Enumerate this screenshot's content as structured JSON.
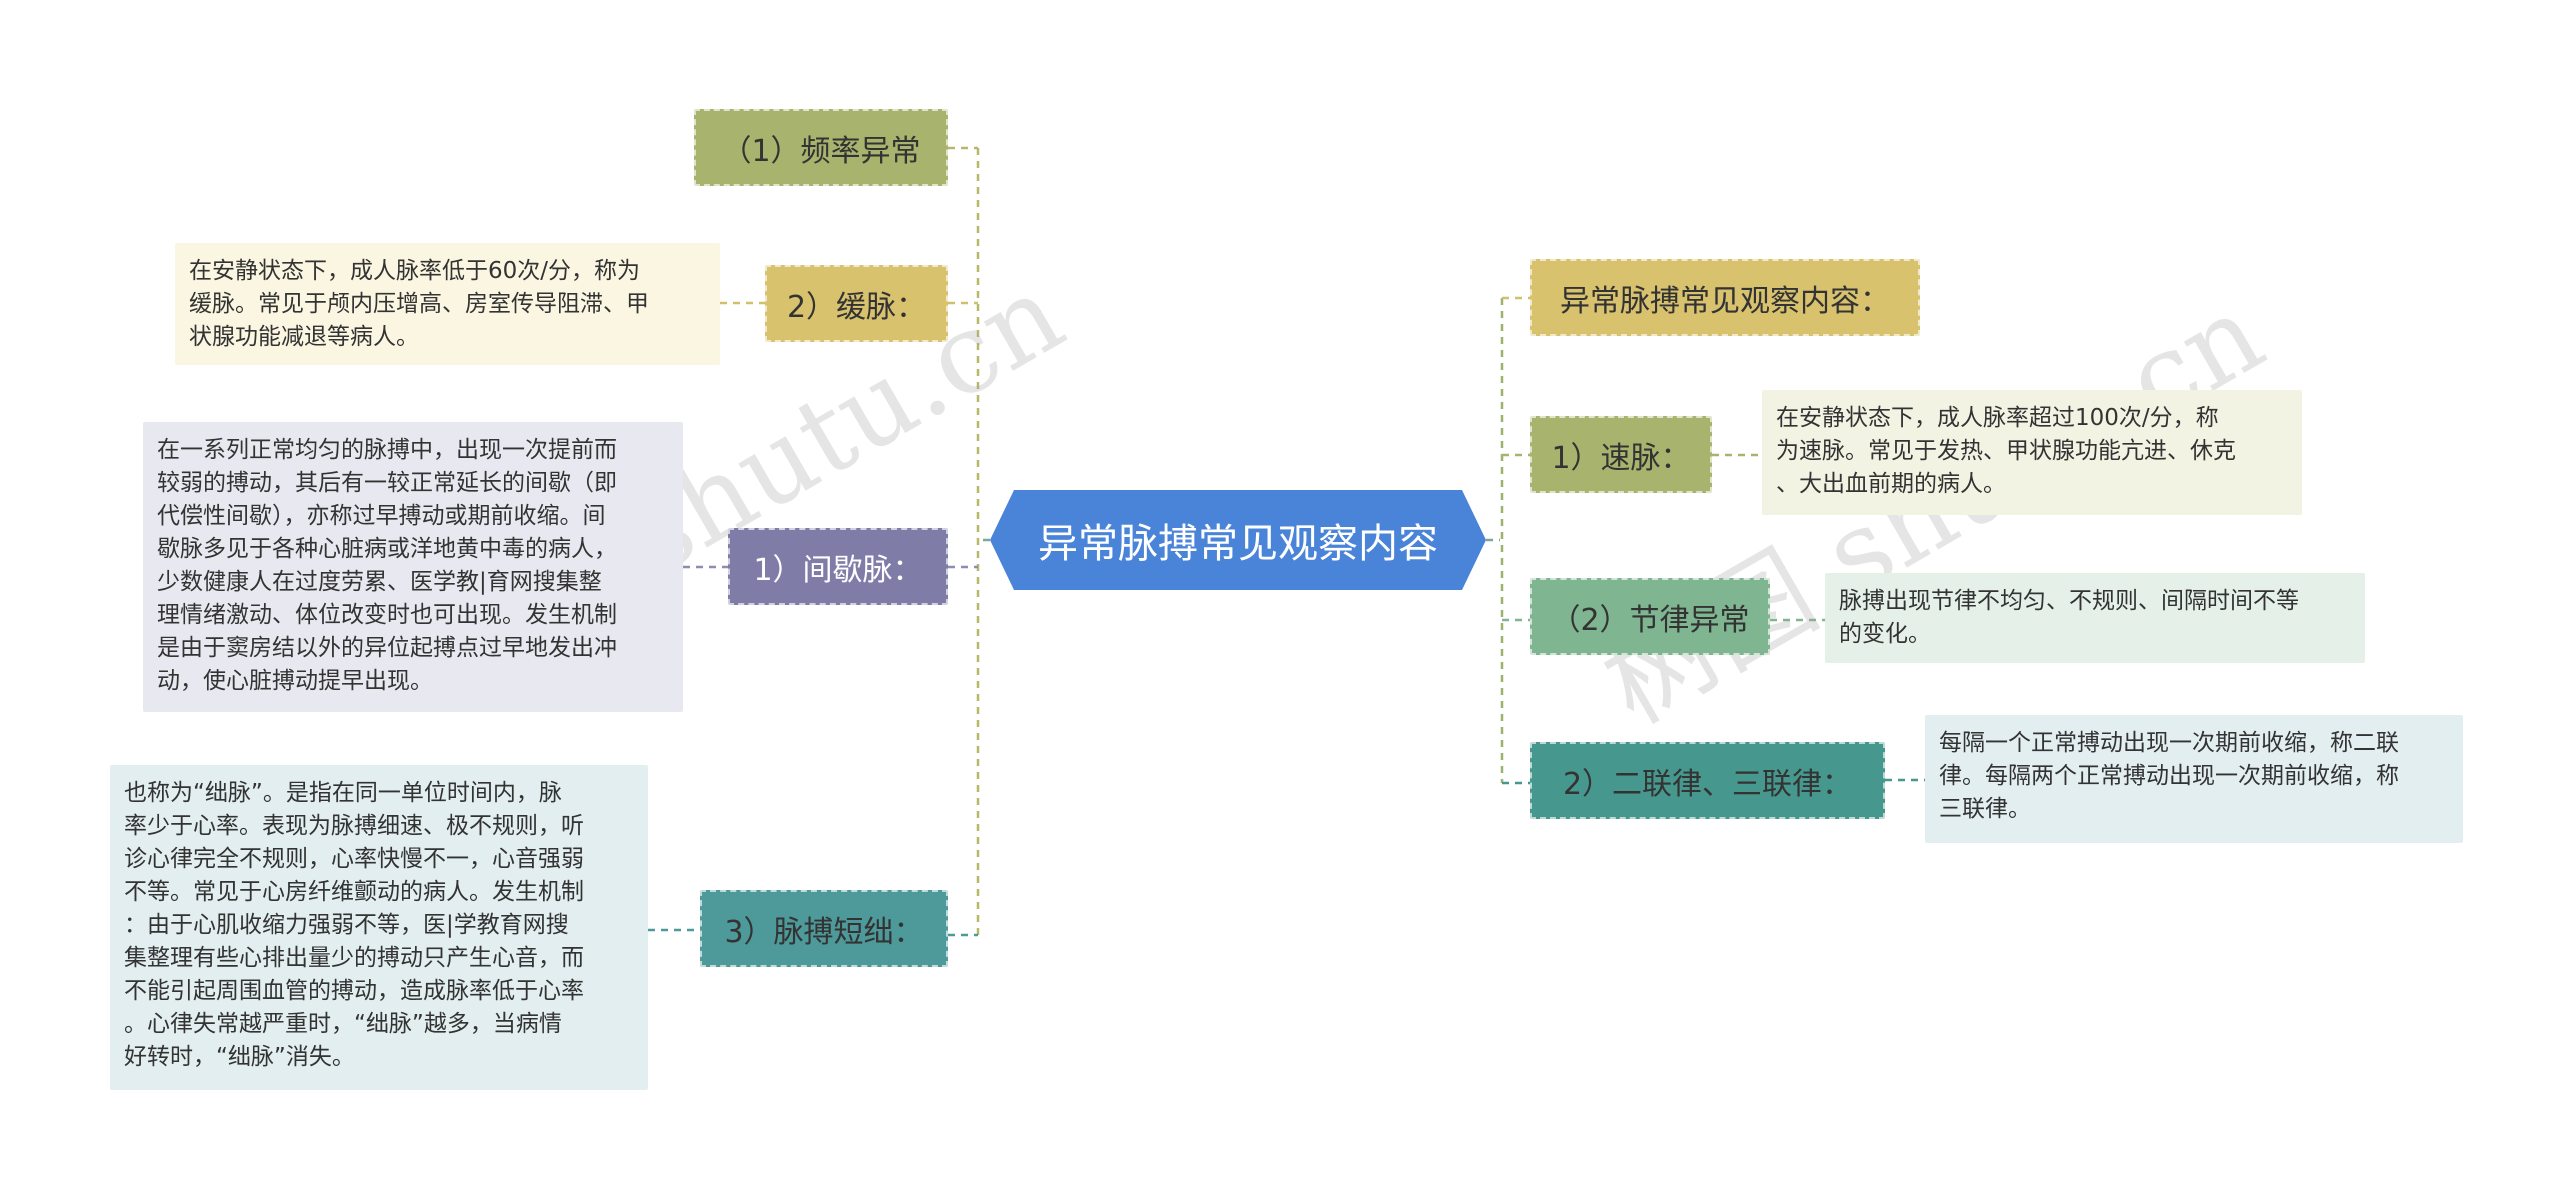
{
  "root": {
    "label": "异常脉搏常见观察内容"
  },
  "left": {
    "freq_title": "（1）频率异常",
    "slow_pulse": {
      "label": "2）缓脉：",
      "note": "在安静状态下，成人脉率低于60次/分，称为\n缓脉。常见于颅内压增高、房室传导阻滞、甲\n状腺功能减退等病人。"
    },
    "intermittent_pulse": {
      "label": "1）间歇脉：",
      "note": "在一系列正常均匀的脉搏中，出现一次提前而\n较弱的搏动，其后有一较正常延长的间歇（即\n代偿性间歇），亦称过早搏动或期前收缩。间\n歇脉多见于各种心脏病或洋地黄中毒的病人，\n少数健康人在过度劳累、医学教|育网搜集整\n理情绪激动、体位改变时也可出现。发生机制\n是由于窦房结以外的异位起搏点过早地发出冲\n动，使心脏搏动提早出现。"
    },
    "pulse_deficit": {
      "label": "3）脉搏短绌：",
      "note": "也称为“绌脉”。是指在同一单位时间内，脉\n率少于心率。表现为脉搏细速、极不规则，听\n诊心律完全不规则，心率快慢不一，心音强弱\n不等。常见于心房纤维颤动的病人。发生机制\n：由于心肌收缩力强弱不等，医|学教育网搜\n集整理有些心排出量少的搏动只产生心音，而\n不能引起周围血管的搏动，造成脉率低于心率\n。心律失常越严重时，“绌脉”越多，当病情\n好转时，“绌脉”消失。"
    }
  },
  "right": {
    "heading": "异常脉搏常见观察内容：",
    "rapid_pulse": {
      "label": "1）速脉：",
      "note": "在安静状态下，成人脉率超过100次/分，称\n为速脉。常见于发热、甲状腺功能亢进、休克\n、大出血前期的病人。"
    },
    "rhythm": {
      "label": "（2）节律异常",
      "note": "脉搏出现节律不均匀、不规则、间隔时间不等\n的变化。"
    },
    "bigeminy": {
      "label": "2）二联律、三联律：",
      "note": "每隔一个正常搏动出现一次期前收缩，称二联\n律。每隔两个正常搏动出现一次期前收缩，称\n三联律。"
    }
  },
  "watermark": [
    "树图 shutu.cn",
    "树图 shutu.cn"
  ],
  "colors": {
    "root": "#4a84d8",
    "olive": "#a8b46e",
    "gold": "#d8c26e",
    "lavender": "#7f7da8",
    "teal": "#4e9a9a",
    "green": "#7fb590",
    "teal_dark": "#46978d",
    "note_yellow": "#fbf6e2",
    "note_lavender": "#e8e8f0",
    "note_blue": "#e2eef0",
    "note_olive": "#f3f3e4",
    "note_green": "#e4f0e8"
  }
}
